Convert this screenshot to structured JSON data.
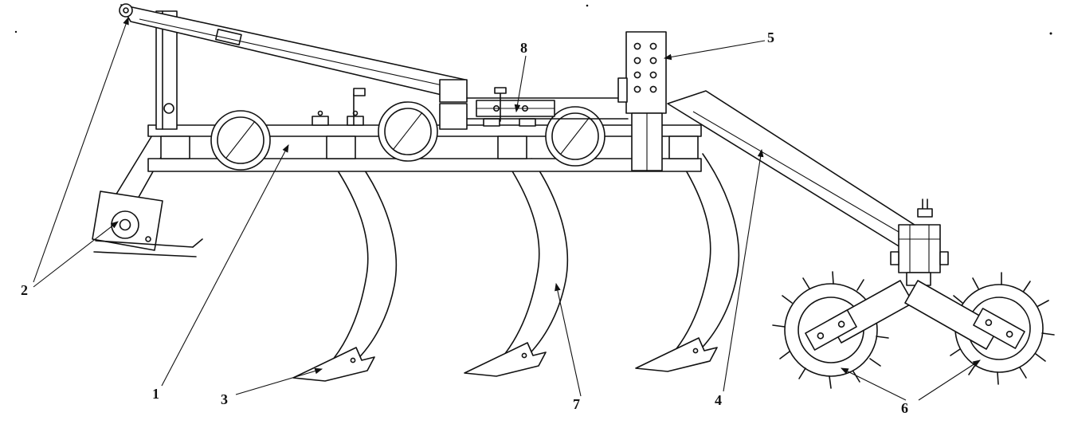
{
  "figure": {
    "colors": {
      "ink": "#111111",
      "background": "#ffffff"
    },
    "callouts": [
      {
        "ref": "1"
      },
      {
        "ref": "2"
      },
      {
        "ref": "3"
      },
      {
        "ref": "4"
      },
      {
        "ref": "5"
      },
      {
        "ref": "6"
      },
      {
        "ref": "7"
      },
      {
        "ref": "8"
      }
    ]
  }
}
